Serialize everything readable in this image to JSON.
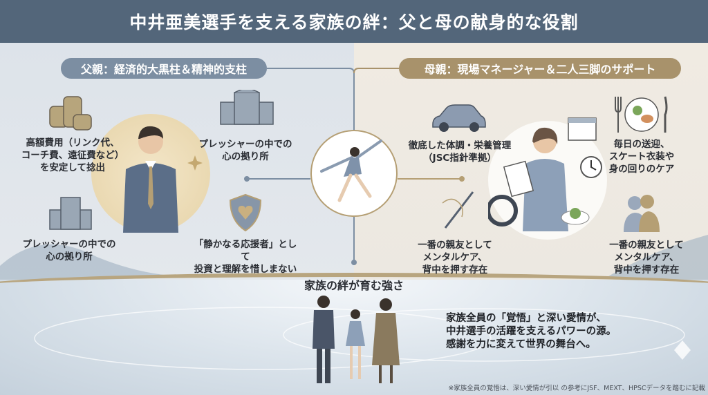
{
  "title": "中井亜美選手を支える家族の絆：父と母の献身的な役割",
  "father": {
    "heading": "父親：経済的大黒柱＆精神的支柱",
    "items": [
      {
        "icon": "coins-icon",
        "text": "高額費用（リンク代、\nコーチ費、遠征費など）\nを安定して捻出"
      },
      {
        "icon": "building-icon",
        "text": "プレッシャーの中での\n心の拠り所"
      },
      {
        "icon": "office-building-icon",
        "text": "プレッシャーの中での\n心の拠り所"
      },
      {
        "icon": "shield-heart-icon",
        "text": "「静かなる応援者」として\n投資と理解を惜しまない"
      }
    ]
  },
  "mother": {
    "heading": "母親：現場マネージャー＆二人三脚のサポート",
    "items": [
      {
        "icon": "car-icon",
        "text": "徹底した体調・栄養管理\n（JSC指針準拠）"
      },
      {
        "icon": "meal-icon",
        "text": "毎日の送迎、\nスケート衣装や\n身の回りのケア"
      },
      {
        "icon": "needle-icon",
        "text": "一番の親友として\nメンタルケア、\n背中を押す存在"
      },
      {
        "icon": "hug-icon",
        "text": "一番の親友として\nメンタルケア、\n背中を押す存在"
      }
    ]
  },
  "center": {
    "heading": "家族の絆が育む強さ"
  },
  "message": "家族全員の「覚悟」と深い愛情が、\n中井選手の活躍を支えるパワーの源。\n感謝を力に変えて世界の舞台へ。",
  "footnote": "※家族全員の覚悟は、深い愛情が引以 の参考にJSF、MEXT、HPSCデータを踏むに記載",
  "colors": {
    "title_bg": "#53667a",
    "father_accent": "#7c8ea2",
    "mother_accent": "#a8926b",
    "gold": "#b59f74"
  }
}
